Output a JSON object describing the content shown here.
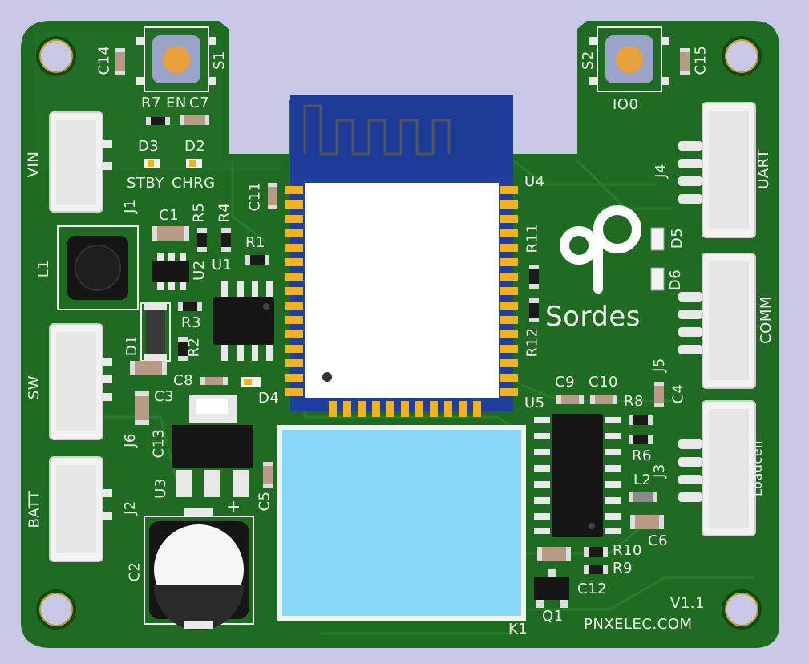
{
  "board": {
    "labels": {
      "c14": "C14",
      "s1": "S1",
      "r7": "R7",
      "en": "EN",
      "c7": "C7",
      "s2": "S2",
      "c15": "C15",
      "io0": "IO0",
      "vin": "VIN",
      "d3": "D3",
      "d2": "D2",
      "stby": "STBY",
      "chrg": "CHRG",
      "j1": "J1",
      "c11": "C11",
      "u4": "U4",
      "j4": "J4",
      "uart": "UART",
      "c1": "C1",
      "r5": "R5",
      "r4": "R4",
      "r1": "R1",
      "l1": "L1",
      "u2": "U2",
      "u1": "U1",
      "r11": "R11",
      "d5": "D5",
      "d6": "D6",
      "comm": "COMM",
      "d1": "D1",
      "r3": "R3",
      "r2": "R2",
      "sw": "SW",
      "c8": "C8",
      "c3": "C3",
      "d4": "D4",
      "r12": "R12",
      "c9": "C9",
      "c10": "C10",
      "u5": "U5",
      "r8": "R8",
      "j5": "J5",
      "c4": "C4",
      "j6": "J6",
      "c13": "C13",
      "r6": "R6",
      "j3": "J3",
      "loadcell": "Loadcell",
      "u3": "U3",
      "c5": "C5",
      "j2": "J2",
      "batt": "BATT",
      "l2": "L2",
      "c6": "C6",
      "plus": "+",
      "c2": "C2",
      "r10": "R10",
      "r9": "R9",
      "c12": "C12",
      "q1": "Q1",
      "k1": "K1",
      "version": "V1.1",
      "website": "PNXELEC.COM",
      "logo_text": "Sordes"
    },
    "colors": {
      "pcb": "#1f6b22",
      "silkscreen": "#f2f2f2",
      "background": "#c8c8e6",
      "gold": "#f0b21d",
      "module_blue": "#1f3fa0",
      "relay_blue": "#8ad8f8"
    }
  }
}
